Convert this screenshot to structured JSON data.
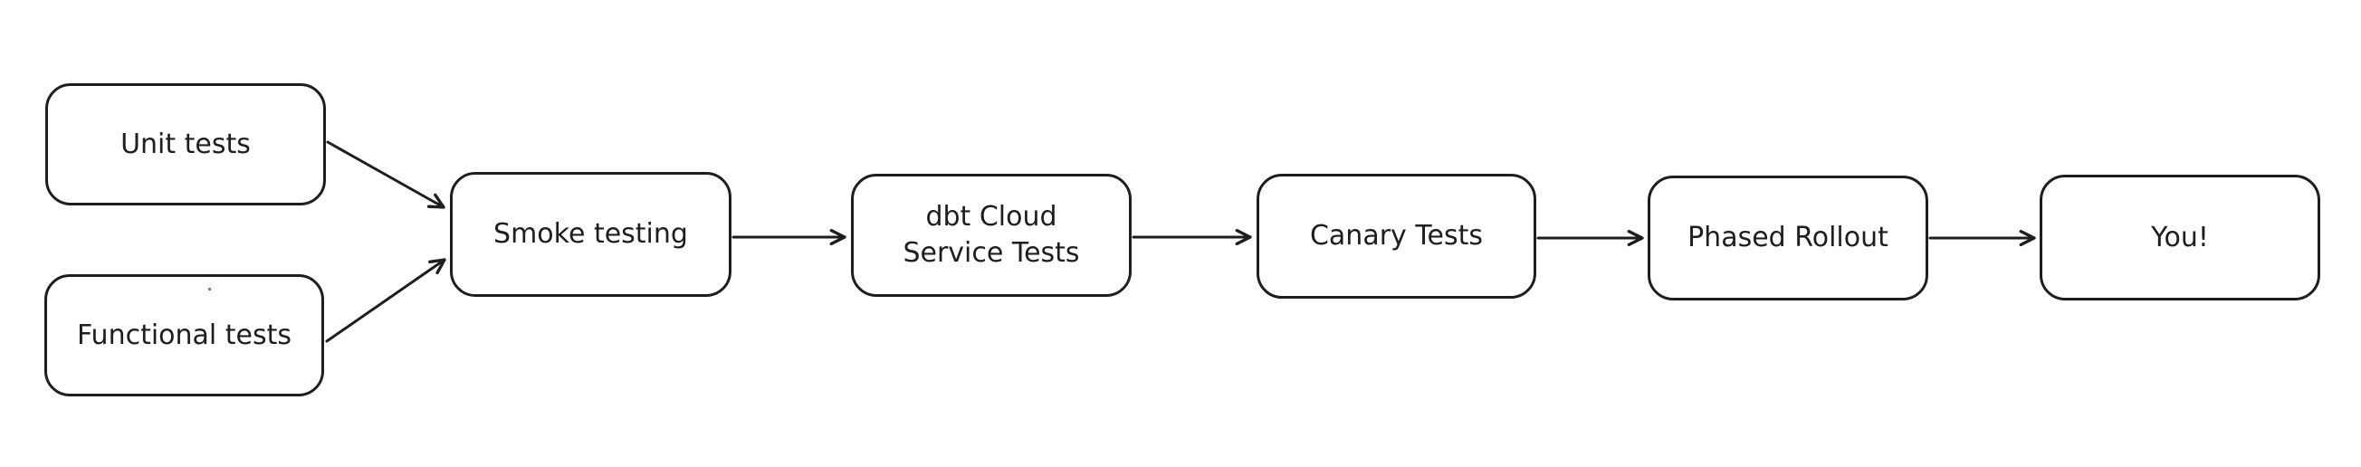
{
  "diagram": {
    "colors": {
      "stroke": "#1e1e1e",
      "background": "#ffffff",
      "artifact_dot": "#d95c5c"
    },
    "nodes": {
      "unit": {
        "label": "Unit tests"
      },
      "functional": {
        "label": "Functional tests"
      },
      "smoke": {
        "label": "Smoke testing"
      },
      "dbt": {
        "label_line1": "dbt Cloud",
        "label_line2": "Service Tests"
      },
      "canary": {
        "label": "Canary Tests"
      },
      "phased": {
        "label": "Phased Rollout"
      },
      "you": {
        "label": "You!"
      }
    },
    "edges": [
      {
        "from": "Unit tests",
        "to": "Smoke testing"
      },
      {
        "from": "Functional tests",
        "to": "Smoke testing"
      },
      {
        "from": "Smoke testing",
        "to": "dbt Cloud Service Tests"
      },
      {
        "from": "dbt Cloud Service Tests",
        "to": "Canary Tests"
      },
      {
        "from": "Canary Tests",
        "to": "Phased Rollout"
      },
      {
        "from": "Phased Rollout",
        "to": "You!"
      }
    ]
  }
}
